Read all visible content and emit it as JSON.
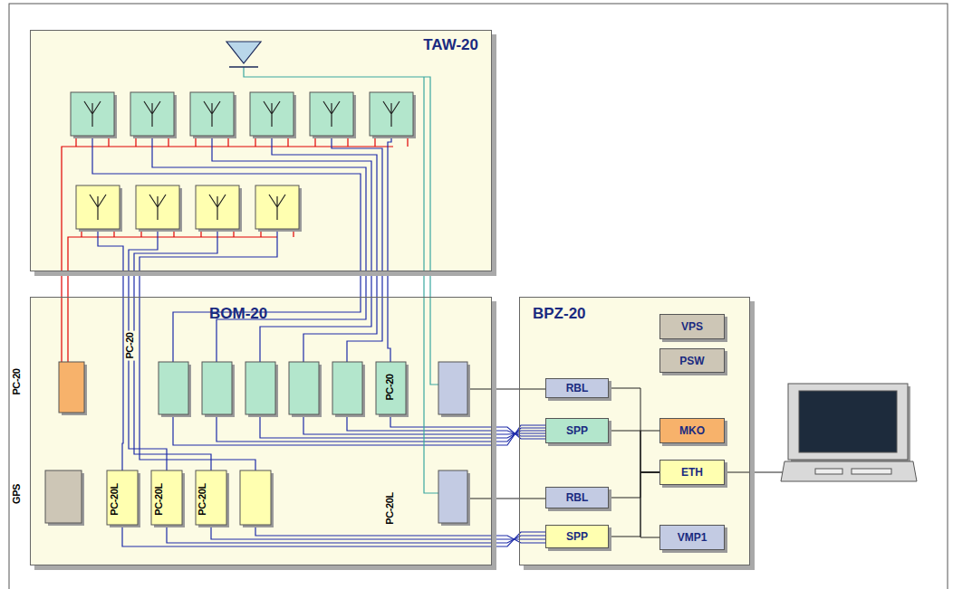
{
  "diagram": {
    "nodes": [
      {
        "text": [
          "TAW-20"
        ]
      },
      {
        "text": [
          "BOM-20"
        ]
      },
      {
        "text": [
          "BPZ-20"
        ]
      },
      {
        "text": [
          "VPS"
        ],
        "in": 2
      },
      {
        "text": [
          "PSW"
        ],
        "in": 2
      },
      {
        "text": [
          "RBL"
        ],
        "in": 2
      },
      {
        "text": [
          "SPP"
        ],
        "in": 2
      },
      {
        "text": [
          "MKO"
        ],
        "in": 2
      },
      {
        "text": [
          "ETH"
        ],
        "in": 2
      },
      {
        "text": [
          "RBL"
        ],
        "in": 2
      },
      {
        "text": [
          "SPP"
        ],
        "in": 2
      },
      {
        "text": [
          "VMP1"
        ],
        "in": 2
      }
    ],
    "edges": [
      {
        "from": 5,
        "to": 8,
        "arrow": "none"
      },
      {
        "from": 6,
        "to": 8,
        "arrow": "none"
      },
      {
        "from": 7,
        "to": 8,
        "arrow": "none"
      },
      {
        "from": 9,
        "to": 8,
        "arrow": "none"
      },
      {
        "from": 10,
        "to": 8,
        "arrow": "none"
      },
      {
        "from": 11,
        "to": 8,
        "arrow": "none"
      }
    ],
    "labels": [
      "PC-20",
      "PC-20",
      "PC-20",
      "GPS",
      "PC-20L",
      "PC-20L",
      "PC-20L",
      "PC-20L"
    ]
  }
}
